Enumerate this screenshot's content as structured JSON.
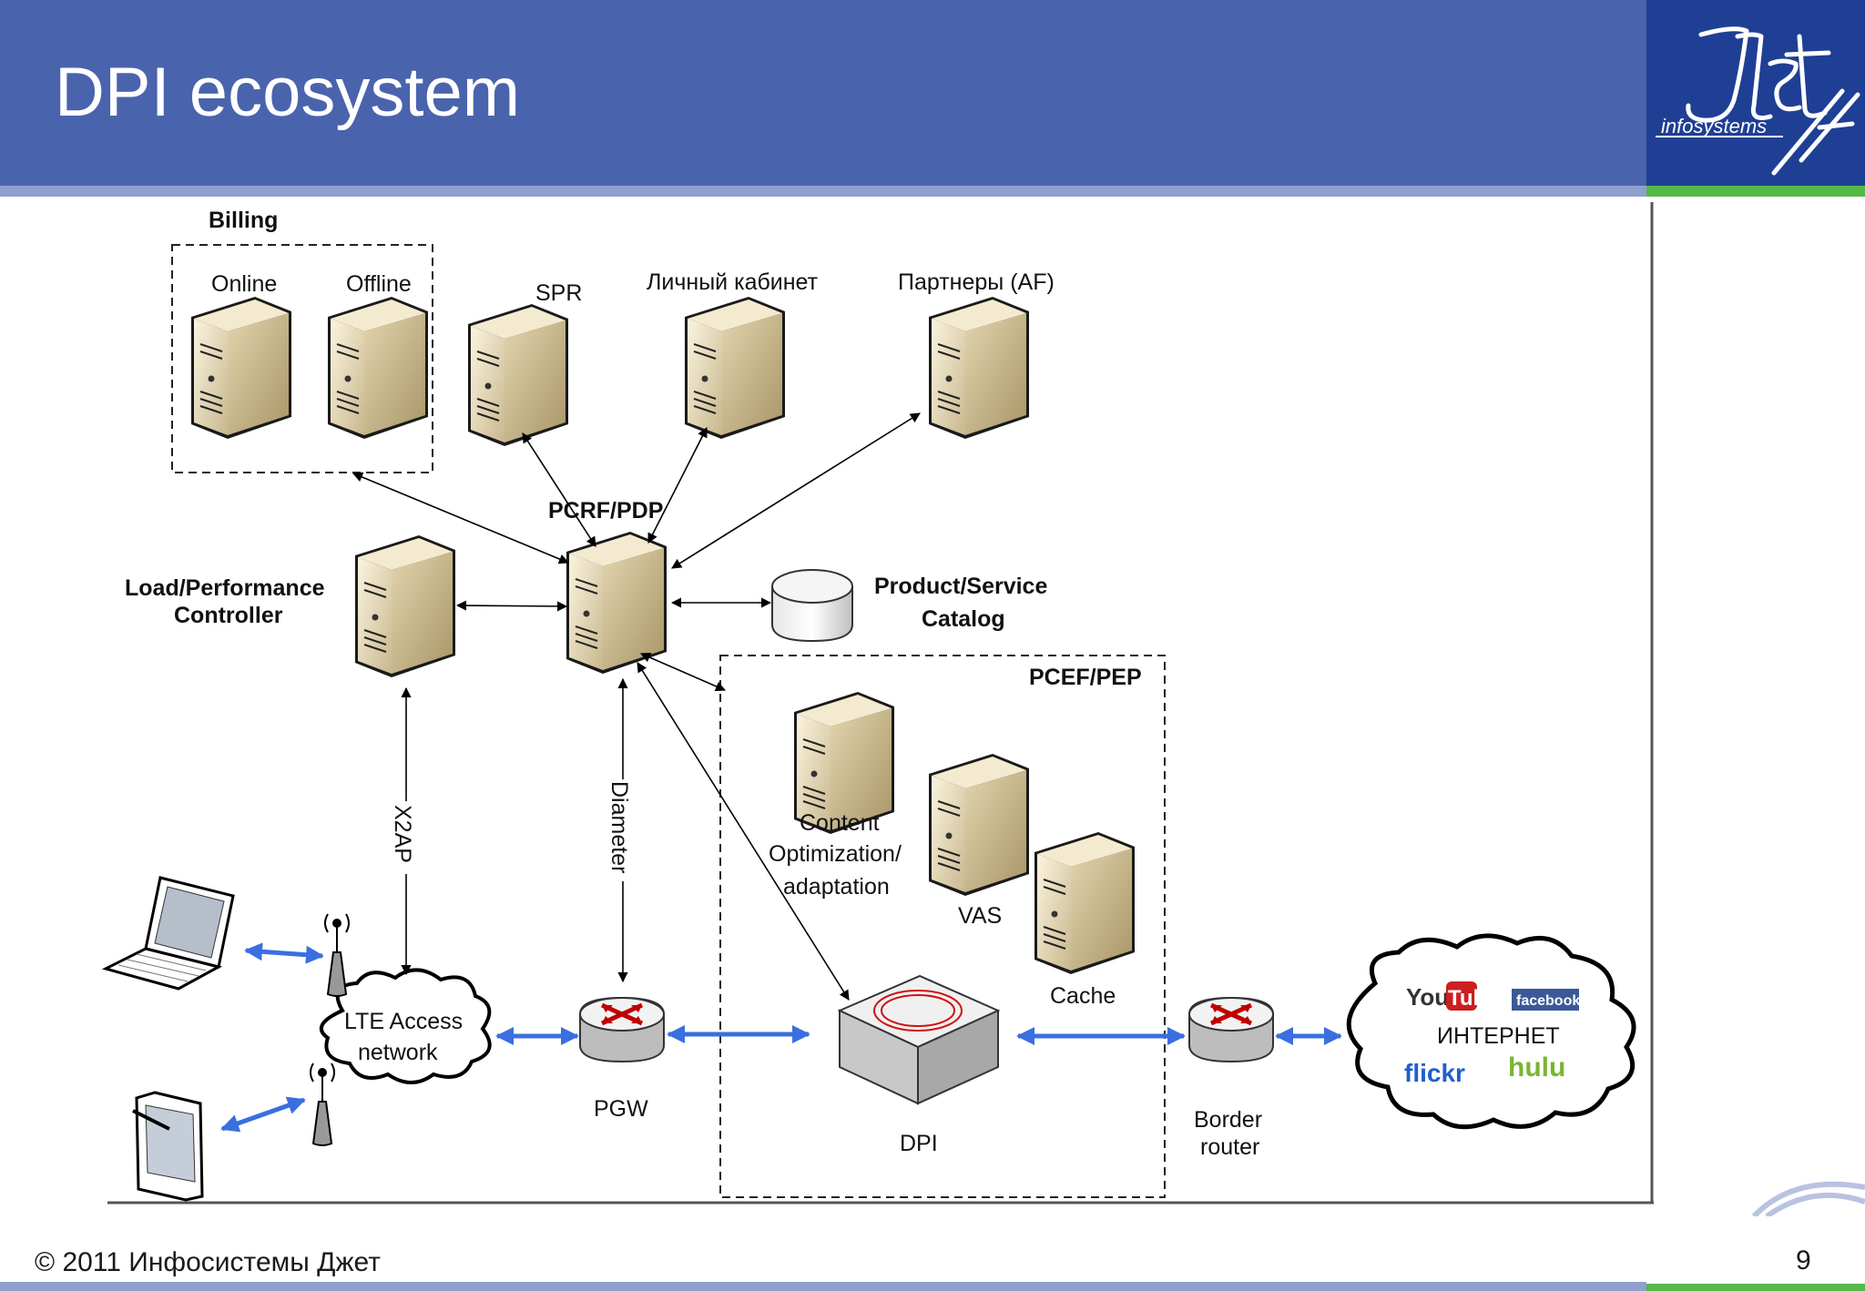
{
  "slide": {
    "title": "DPI ecosystem",
    "logo_text": "infosystems",
    "footer": "© 2011 Инфосистемы Джет",
    "page_number": "9"
  },
  "diagram": {
    "billing_title": "Billing",
    "online": "Online",
    "offline": "Offline",
    "spr": "SPR",
    "cabinet": "Личный кабинет",
    "partners": "Партнеры (AF)",
    "pcrf": "PCRF/PDP",
    "load_l1": "Load/Performance",
    "load_l2": "Controller",
    "catalog_l1": "Product/Service",
    "catalog_l2": "Catalog",
    "pcef": "PCEF/PEP",
    "content_l1": "Content",
    "content_l2": "Optimization/",
    "content_l3": "adaptation",
    "vas": "VAS",
    "cache": "Cache",
    "x2ap": "X2AP",
    "diameter": "Diameter",
    "lte_l1": "LTE Access",
    "lte_l2": "network",
    "pgw": "PGW",
    "dpi": "DPI",
    "border_l1": "Border",
    "border_l2": "router",
    "internet": "ИНТЕРНЕТ",
    "youtube_you": "You",
    "youtube_tube": "Tube",
    "facebook": "facebook",
    "flickr": "flickr",
    "hulu": "hulu"
  }
}
